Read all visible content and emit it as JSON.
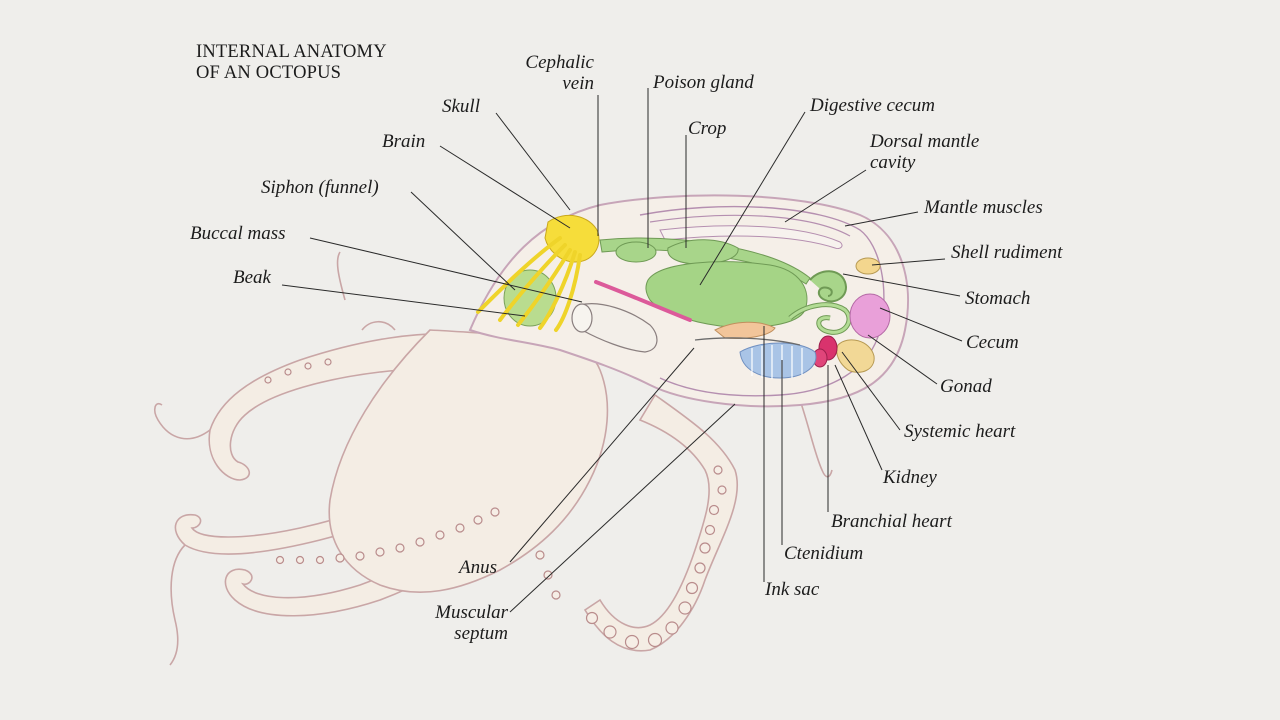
{
  "title": {
    "line1": "INTERNAL ANATOMY",
    "line2": "OF AN OCTOPUS"
  },
  "labels": {
    "cephalic_vein": [
      "Cephalic",
      "vein"
    ],
    "poison_gland": "Poison gland",
    "digestive_cecum": "Digestive cecum",
    "skull": "Skull",
    "crop": "Crop",
    "dorsal_mantle_cavity": [
      "Dorsal mantle",
      "cavity"
    ],
    "brain": "Brain",
    "siphon": "Siphon (funnel)",
    "mantle_muscles": "Mantle muscles",
    "buccal_mass": "Buccal mass",
    "shell_rudiment": "Shell rudiment",
    "beak": "Beak",
    "stomach": "Stomach",
    "cecum": "Cecum",
    "gonad": "Gonad",
    "systemic_heart": "Systemic heart",
    "kidney": "Kidney",
    "branchial_heart": "Branchial heart",
    "ctenidium": "Ctenidium",
    "anus": "Anus",
    "ink_sac": "Ink sac",
    "muscular_septum": [
      "Muscular",
      "septum"
    ]
  },
  "colors": {
    "background": "#efeeeb",
    "body_outline": "#c9a6a6",
    "body_fill": "#f3ece2",
    "nerve_yellow": "#f2dc2e",
    "gland_green": "#a8d58a",
    "cecum_pink": "#e39ad6",
    "gill_blue": "#a9c4e6",
    "heart_red": "#d8306a",
    "kidney_tan": "#f0d38f",
    "leader_line": "#2a2a2a"
  }
}
